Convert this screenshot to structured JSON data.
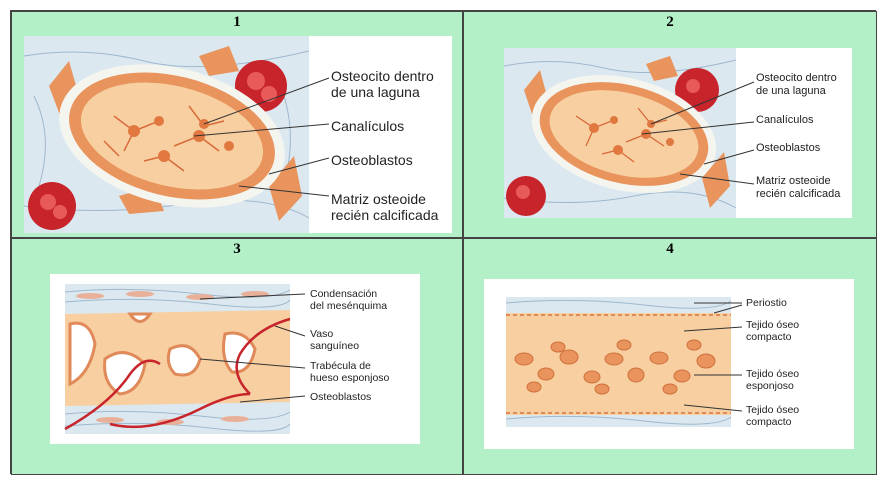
{
  "cells": [
    {
      "number": "1",
      "labels": {
        "osteocito": "Osteocito dentro\nde una laguna",
        "canaliculos": "Canalículos",
        "osteoblastos": "Osteoblastos",
        "matriz": "Matriz osteoide\nrecién calcificada"
      }
    },
    {
      "number": "2",
      "labels": {
        "osteocito": "Osteocito dentro\nde una laguna",
        "canaliculos": "Canalículos",
        "osteoblastos": "Osteoblastos",
        "matriz": "Matriz osteoide\nrecién calcificada"
      }
    },
    {
      "number": "3",
      "labels": {
        "condensacion": "Condensación\ndel mesénquima",
        "vaso": "Vaso\nsanguíneo",
        "trabecula": "Trabécula de\nhueso esponjoso",
        "osteoblastos": "Osteoblastos"
      }
    },
    {
      "number": "4",
      "labels": {
        "periostio": "Periostio",
        "compacto_sup": "Tejido óseo\ncompacto",
        "esponjoso": "Tejido óseo\nesponjoso",
        "compacto_inf": "Tejido óseo\ncompacto"
      }
    }
  ],
  "colors": {
    "cell_background": "#b3f0c8",
    "bone": "#f7cfa0",
    "osteocyte": "#e88a55",
    "blood": "#c8242b",
    "mesenchyme": "#d9e6ef"
  }
}
